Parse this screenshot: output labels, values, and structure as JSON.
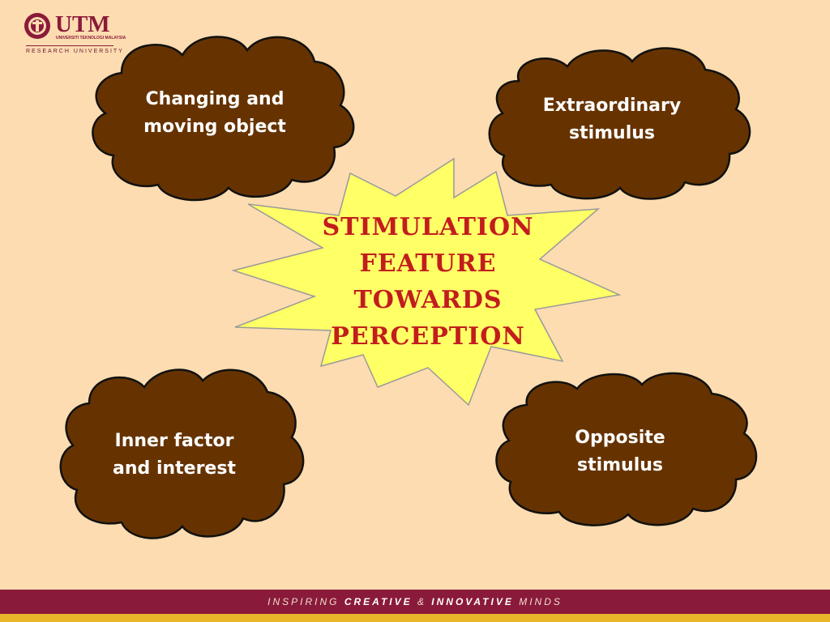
{
  "logo": {
    "wordmark": "UTM",
    "subtitle": "UNIVERSITI TEKNOLOGI MALAYSIA",
    "tagline": "RESEARCH UNIVERSITY"
  },
  "center": {
    "lines": [
      "STIMULATION",
      "FEATURE",
      "TOWARDS",
      "PERCEPTION"
    ]
  },
  "clouds": {
    "top_left": [
      "Changing and",
      "moving object"
    ],
    "top_right": [
      "Extraordinary",
      "stimulus"
    ],
    "bottom_left": [
      "Inner factor",
      "and interest"
    ],
    "bottom_right": [
      "Opposite",
      "stimulus"
    ]
  },
  "footer": {
    "part1": "INSPIRING ",
    "part2": "CREATIVE",
    "part3": " & ",
    "part4": "INNOVATIVE",
    "part5": " MINDS"
  },
  "colors": {
    "background": "#fcdcb0",
    "cloud_fill": "#663300",
    "star_fill": "#ffff66",
    "title_red": "#c21d1d",
    "footer_band": "#8a1a3a",
    "footer_line": "#e9b62a"
  }
}
